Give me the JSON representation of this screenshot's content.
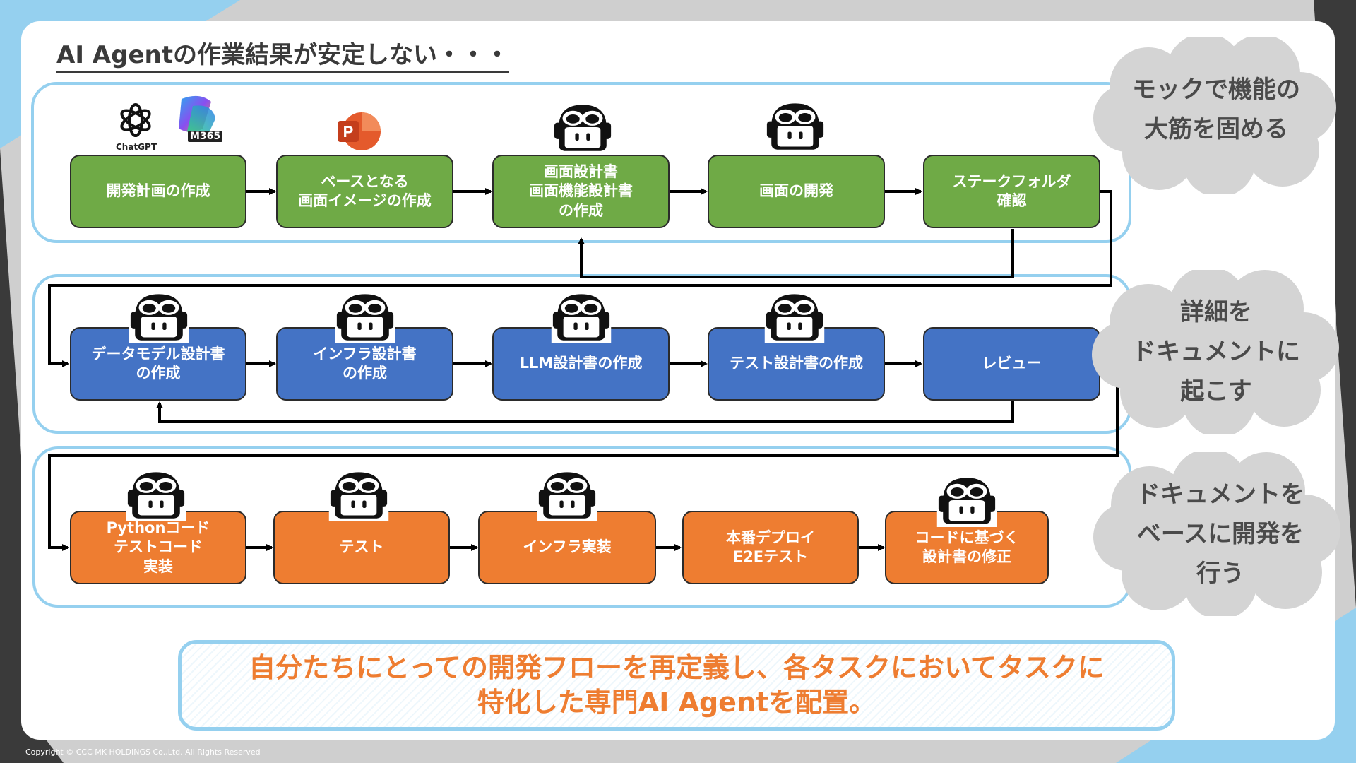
{
  "title": "AI Agentの作業結果が安定しない・・・",
  "rows": [
    {
      "color": "green",
      "boxes": [
        {
          "label": "開発計画の作成"
        },
        {
          "label": "ベースとなる\n画面イメージの作成"
        },
        {
          "label": "画面設計書\n画面機能設計書\nの作成"
        },
        {
          "label": "画面の開発"
        },
        {
          "label": "ステークフォルダ\n確認"
        }
      ]
    },
    {
      "color": "blue",
      "boxes": [
        {
          "label": "データモデル設計書\nの作成"
        },
        {
          "label": "インフラ設計書\nの作成"
        },
        {
          "label": "LLM設計書の作成"
        },
        {
          "label": "テスト設計書の作成"
        },
        {
          "label": "レビュー"
        }
      ]
    },
    {
      "color": "orange",
      "boxes": [
        {
          "label": "Pythonコード\nテストコード\n実装"
        },
        {
          "label": "テスト"
        },
        {
          "label": "インフラ実装"
        },
        {
          "label": "本番デプロイ\nE2Eテスト"
        },
        {
          "label": "コードに基づく\n設計書の修正"
        }
      ]
    }
  ],
  "clouds": [
    {
      "text": "モックで機能の\n大筋を固める"
    },
    {
      "text": "詳細を\nドキュメントに\n起こす"
    },
    {
      "text": "ドキュメントを\nベースに開発を\n行う"
    }
  ],
  "logos": {
    "chatgpt_label": "ChatGPT",
    "m365_label": "M365",
    "ppt_letter": "P"
  },
  "summary": "自分たちにとっての開発フローを再定義し、各タスクにおいてタスクに\n特化した専門AI Agentを配置。",
  "copyright": "Copyright © CCC MK HOLDINGS Co.,Ltd. All Rights Reserved",
  "colors": {
    "green": "#6faa46",
    "blue": "#4473c5",
    "orange": "#ee7d31",
    "frame": "#95d0ef",
    "cloud": "#d4d4d4",
    "summary_text": "#ee7d31"
  },
  "icons": [
    "chatgpt-logo-icon",
    "copilot-m365-logo-icon",
    "powerpoint-logo-icon",
    "agent-robot-icon"
  ]
}
